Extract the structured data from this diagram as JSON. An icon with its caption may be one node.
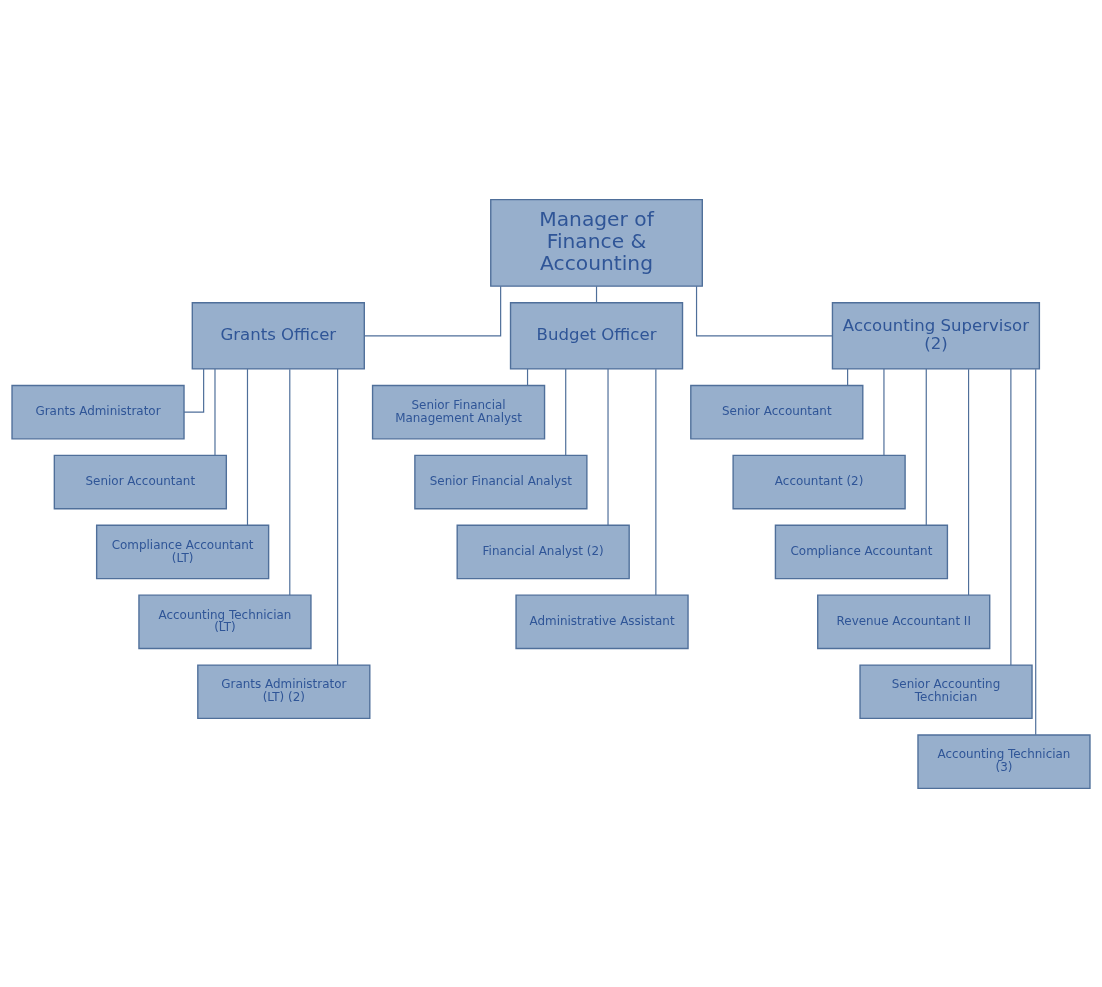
{
  "diagram": {
    "nodes": [
      {
        "text": [
          "Manager of Finance & Accounting"
        ]
      },
      {
        "text": [
          "Grants Officer"
        ]
      },
      {
        "text": [
          "Budget Officer"
        ]
      },
      {
        "text": [
          "Accounting Supervisor (2)"
        ]
      },
      {
        "text": [
          "Grants Administrator"
        ]
      },
      {
        "text": [
          "Senior Accountant"
        ]
      },
      {
        "text": [
          "Compliance Accountant (LT)"
        ]
      },
      {
        "text": [
          "Accounting Technician (LT)"
        ]
      },
      {
        "text": [
          "Grants Administrator (LT) (2)"
        ]
      },
      {
        "text": [
          "Senior Financial Management Analyst"
        ]
      },
      {
        "text": [
          "Senior Financial Analyst"
        ]
      },
      {
        "text": [
          "Financial Analyst (2)"
        ]
      },
      {
        "text": [
          "Administrative Assistant"
        ]
      },
      {
        "text": [
          "Senior Accountant"
        ]
      },
      {
        "text": [
          "Accountant (2)"
        ]
      },
      {
        "text": [
          "Compliance Accountant"
        ]
      },
      {
        "text": [
          "Revenue Accountant II"
        ]
      },
      {
        "text": [
          "Senior Accounting Technician"
        ]
      },
      {
        "text": [
          "Accounting Technician (3)"
        ]
      }
    ],
    "edges": [
      {
        "from": 0,
        "to": 1,
        "arrow": "none"
      },
      {
        "from": 0,
        "to": 2,
        "arrow": "none"
      },
      {
        "from": 0,
        "to": 3,
        "arrow": "none"
      },
      {
        "from": 1,
        "to": 4,
        "arrow": "none"
      },
      {
        "from": 1,
        "to": 5,
        "arrow": "none"
      },
      {
        "from": 1,
        "to": 6,
        "arrow": "none"
      },
      {
        "from": 1,
        "to": 7,
        "arrow": "none"
      },
      {
        "from": 1,
        "to": 8,
        "arrow": "none"
      },
      {
        "from": 2,
        "to": 9,
        "arrow": "none"
      },
      {
        "from": 2,
        "to": 10,
        "arrow": "none"
      },
      {
        "from": 2,
        "to": 11,
        "arrow": "none"
      },
      {
        "from": 2,
        "to": 12,
        "arrow": "none"
      },
      {
        "from": 3,
        "to": 13,
        "arrow": "none"
      },
      {
        "from": 3,
        "to": 14,
        "arrow": "none"
      },
      {
        "from": 3,
        "to": 15,
        "arrow": "none"
      },
      {
        "from": 3,
        "to": 16,
        "arrow": "none"
      },
      {
        "from": 3,
        "to": 17,
        "arrow": "none"
      },
      {
        "from": 3,
        "to": 18,
        "arrow": "none"
      }
    ]
  }
}
